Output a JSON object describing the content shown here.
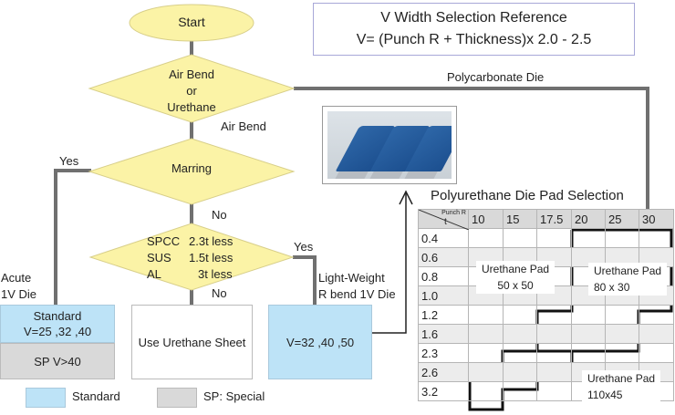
{
  "reference": {
    "title": "V Width Selection Reference",
    "formula": "V= (Punch R + Thickness)x 2.0 - 2.5"
  },
  "flowchart": {
    "start": "Start",
    "decision1": {
      "line1": "Air Bend",
      "line2": "or",
      "line3": "Urethane"
    },
    "decision1_right_label": "Polycarbonate Die",
    "decision1_down_label": "Air Bend",
    "decision2": "Marring",
    "decision2_left_label": "Yes",
    "decision2_down_label": "No",
    "decision3": {
      "rows": [
        {
          "material": "SPCC",
          "limit": "2.3t less"
        },
        {
          "material": "SUS",
          "limit": "1.5t less"
        },
        {
          "material": "AL",
          "limit": "3t less"
        }
      ]
    },
    "decision3_right_label": "Yes",
    "decision3_down_label": "No",
    "acute_label": {
      "line1": "Acute",
      "line2": "1V Die"
    },
    "lightweight_label": {
      "line1": "Light-Weight",
      "line2": "R bend 1V Die"
    },
    "box_standard": {
      "line1": "Standard",
      "line2": "V=25 ,32 ,40"
    },
    "box_sp": "SP  V>40",
    "box_urethane_sheet": "Use Urethane Sheet",
    "box_lightweight": "V=32 ,40 ,50"
  },
  "legend": {
    "standard": {
      "label": "Standard",
      "color": "#bde3f7"
    },
    "special": {
      "label": "SP: Special",
      "color": "#d9d9d9"
    }
  },
  "pad_table": {
    "title": "Polyurethane Die Pad Selection",
    "corner_top": "Punch R",
    "corner_bottom": "t",
    "columns": [
      "10",
      "15",
      "17.5",
      "20",
      "25",
      "30"
    ],
    "rows": [
      "0.4",
      "0.6",
      "0.8",
      "1.0",
      "1.2",
      "1.6",
      "2.3",
      "2.6",
      "3.2"
    ],
    "regions": [
      {
        "line1": "Urethane Pad",
        "line2": "50 x 50"
      },
      {
        "line1": "Urethane Pad",
        "line2": "80 x 30"
      },
      {
        "line1": "Urethane Pad",
        "line2": "110x45"
      }
    ]
  },
  "colors": {
    "decision_fill": "#fbf3a6",
    "connector": "#6f6f6f",
    "standard_fill": "#bde3f7",
    "special_fill": "#d9d9d9"
  }
}
